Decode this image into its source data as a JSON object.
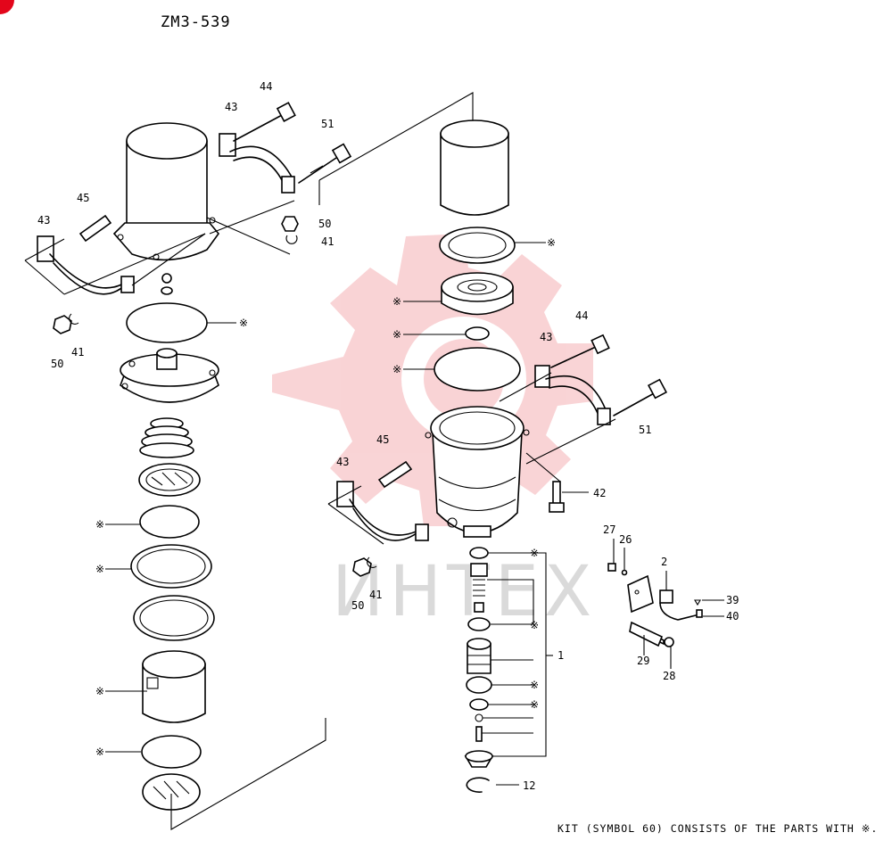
{
  "diagram_code": "ZM3-539",
  "watermark_text": "ИНТЕХ",
  "footer_note": "KIT (SYMBOL 60) CONSISTS OF THE PARTS WITH ※.",
  "kit_marker": "※",
  "colors": {
    "corner_badge": "#e3061b",
    "watermark_logo": "#f4a9ad",
    "ink": "#000000"
  },
  "labels": {
    "l44a": "44",
    "l43a": "43",
    "l51a": "51",
    "l45a": "45",
    "l43b": "43",
    "l50a": "50",
    "l41a": "41",
    "l50b": "50",
    "l41b": "41",
    "l44b": "44",
    "l43c": "43",
    "l51b": "51",
    "l45b": "45",
    "l43d": "43",
    "l42": "42",
    "l50c": "50",
    "l41c": "41",
    "l1": "1",
    "l12": "12",
    "l27": "27",
    "l26": "26",
    "l2": "2",
    "l39": "39",
    "l40": "40",
    "l29": "29",
    "l28": "28"
  }
}
